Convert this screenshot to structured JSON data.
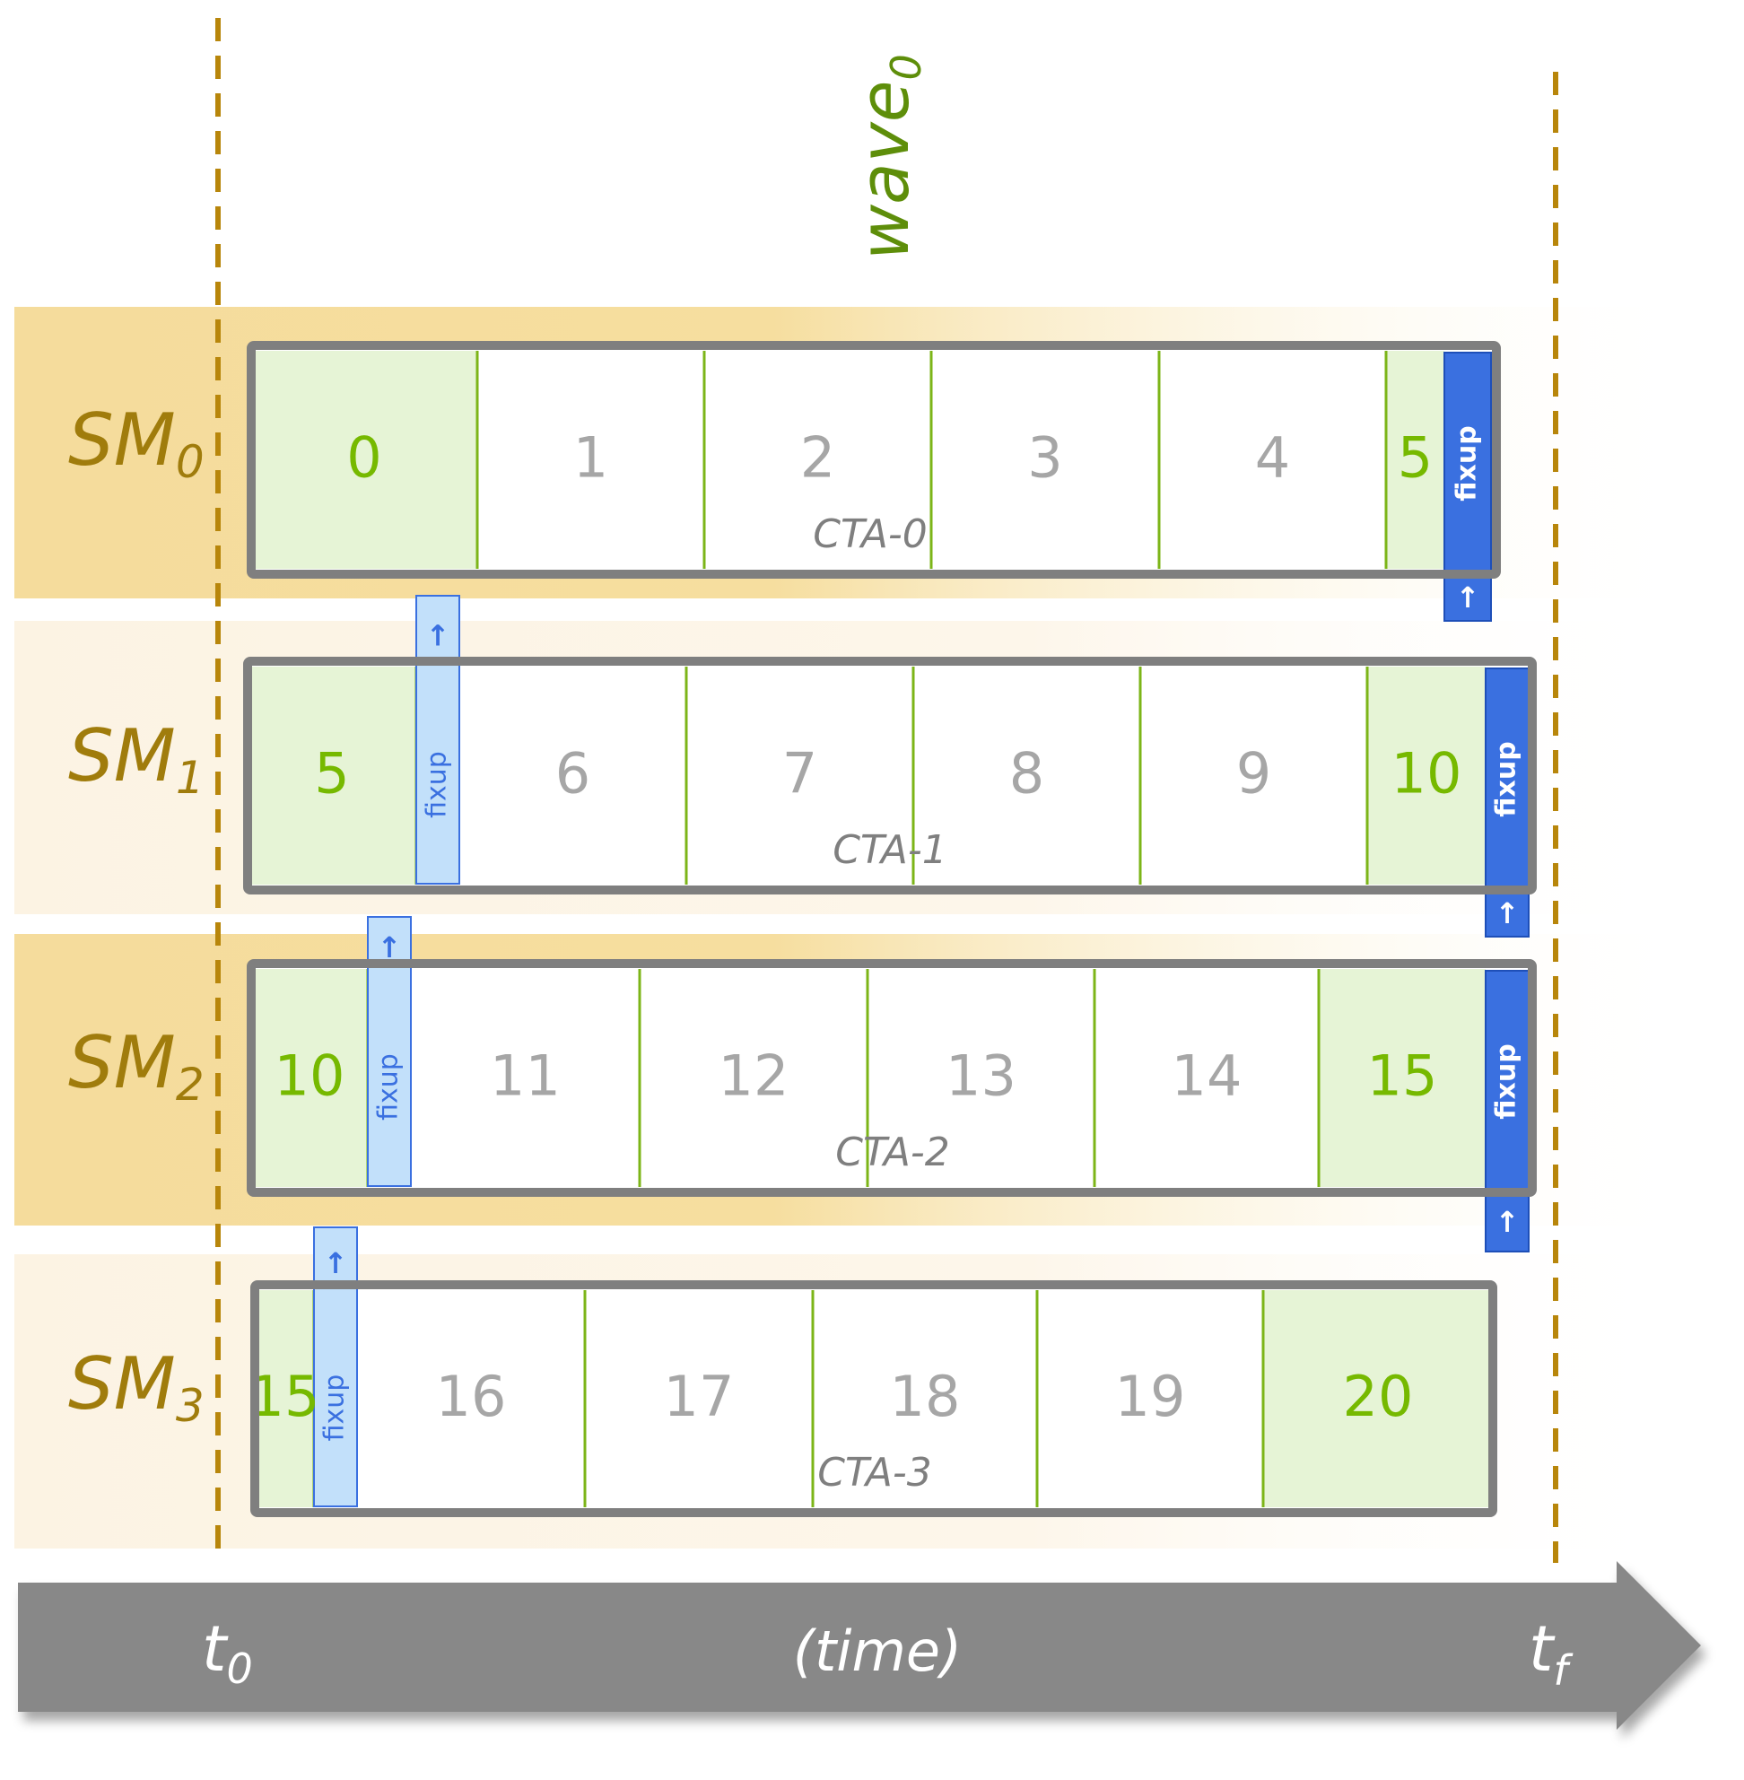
{
  "title": {
    "base": "wave",
    "sub": "0"
  },
  "rows": [
    {
      "sm": {
        "base": "SM",
        "sub": "0"
      },
      "cta": "CTA-0",
      "cells": [
        {
          "label": "0",
          "green": true
        },
        {
          "label": "1",
          "green": false
        },
        {
          "label": "2",
          "green": false
        },
        {
          "label": "3",
          "green": false
        },
        {
          "label": "4",
          "green": false
        },
        {
          "label": "5",
          "green": true
        }
      ],
      "fixups": [
        {
          "label": "fixup",
          "style": "dark",
          "arrow": "↑"
        }
      ]
    },
    {
      "sm": {
        "base": "SM",
        "sub": "1"
      },
      "cta": "CTA-1",
      "cells": [
        {
          "label": "5",
          "green": true
        },
        {
          "label": "6",
          "green": false
        },
        {
          "label": "7",
          "green": false
        },
        {
          "label": "8",
          "green": false
        },
        {
          "label": "9",
          "green": false
        },
        {
          "label": "10",
          "green": true
        }
      ],
      "fixups": [
        {
          "label": "fixup",
          "style": "light",
          "arrow": "↑"
        },
        {
          "label": "fixup",
          "style": "dark",
          "arrow": "↑"
        }
      ]
    },
    {
      "sm": {
        "base": "SM",
        "sub": "2"
      },
      "cta": "CTA-2",
      "cells": [
        {
          "label": "10",
          "green": true
        },
        {
          "label": "11",
          "green": false
        },
        {
          "label": "12",
          "green": false
        },
        {
          "label": "13",
          "green": false
        },
        {
          "label": "14",
          "green": false
        },
        {
          "label": "15",
          "green": true
        }
      ],
      "fixups": [
        {
          "label": "fixup",
          "style": "light",
          "arrow": "↑"
        },
        {
          "label": "fixup",
          "style": "dark",
          "arrow": "↑"
        }
      ]
    },
    {
      "sm": {
        "base": "SM",
        "sub": "3"
      },
      "cta": "CTA-3",
      "cells": [
        {
          "label": "15",
          "green": true
        },
        {
          "label": "16",
          "green": false
        },
        {
          "label": "17",
          "green": false
        },
        {
          "label": "18",
          "green": false
        },
        {
          "label": "19",
          "green": false
        },
        {
          "label": "20",
          "green": true
        }
      ],
      "fixups": [
        {
          "label": "fixup",
          "style": "light",
          "arrow": "↑"
        }
      ]
    }
  ],
  "axis": {
    "start": {
      "base": "t",
      "sub": "0"
    },
    "label": "(time)",
    "end": {
      "base": "t",
      "sub": "f"
    }
  },
  "colors": {
    "sm_label": "#A07C0C",
    "wave_label": "#5E8E0A",
    "green_text": "#76B900",
    "gray_text": "#A6A6A6",
    "green_cell": "#E6F4D6",
    "divider": "#7CB518",
    "cta_border": "#7F7F7F",
    "dashed_line": "#B8860B",
    "fixup_dark": "#3A70E0",
    "fixup_light": "#C2E0FA",
    "axis_fill": "#888888"
  }
}
